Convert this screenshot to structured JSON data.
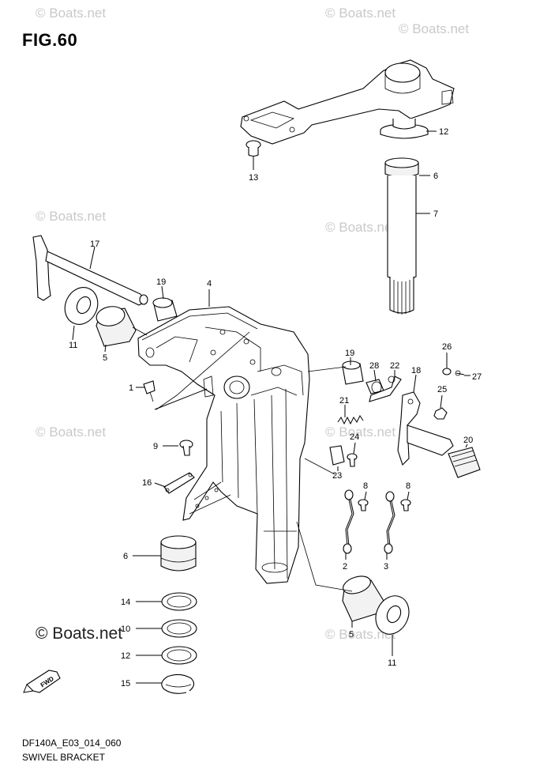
{
  "figure": {
    "title": "FIG.60",
    "code": "DF140A_E03_014_060",
    "name": "SWIVEL BRACKET"
  },
  "watermarks": {
    "faint": [
      "© Boats.net",
      "© Boats.net",
      "© Boats.net",
      "© Boats.net",
      "© Boats.net",
      "© Boats.net",
      "© Boats.net",
      "© Boats.net"
    ],
    "strong": "© Boats.net"
  },
  "fwd_label": "FWD",
  "callouts": [
    "12",
    "6",
    "7",
    "13",
    "17",
    "19",
    "4",
    "11",
    "5",
    "1",
    "19",
    "28",
    "22",
    "26",
    "27",
    "18",
    "25",
    "21",
    "24",
    "20",
    "23",
    "9",
    "16",
    "8",
    "8",
    "2",
    "3",
    "6",
    "14",
    "10",
    "12",
    "15",
    "5",
    "11"
  ]
}
